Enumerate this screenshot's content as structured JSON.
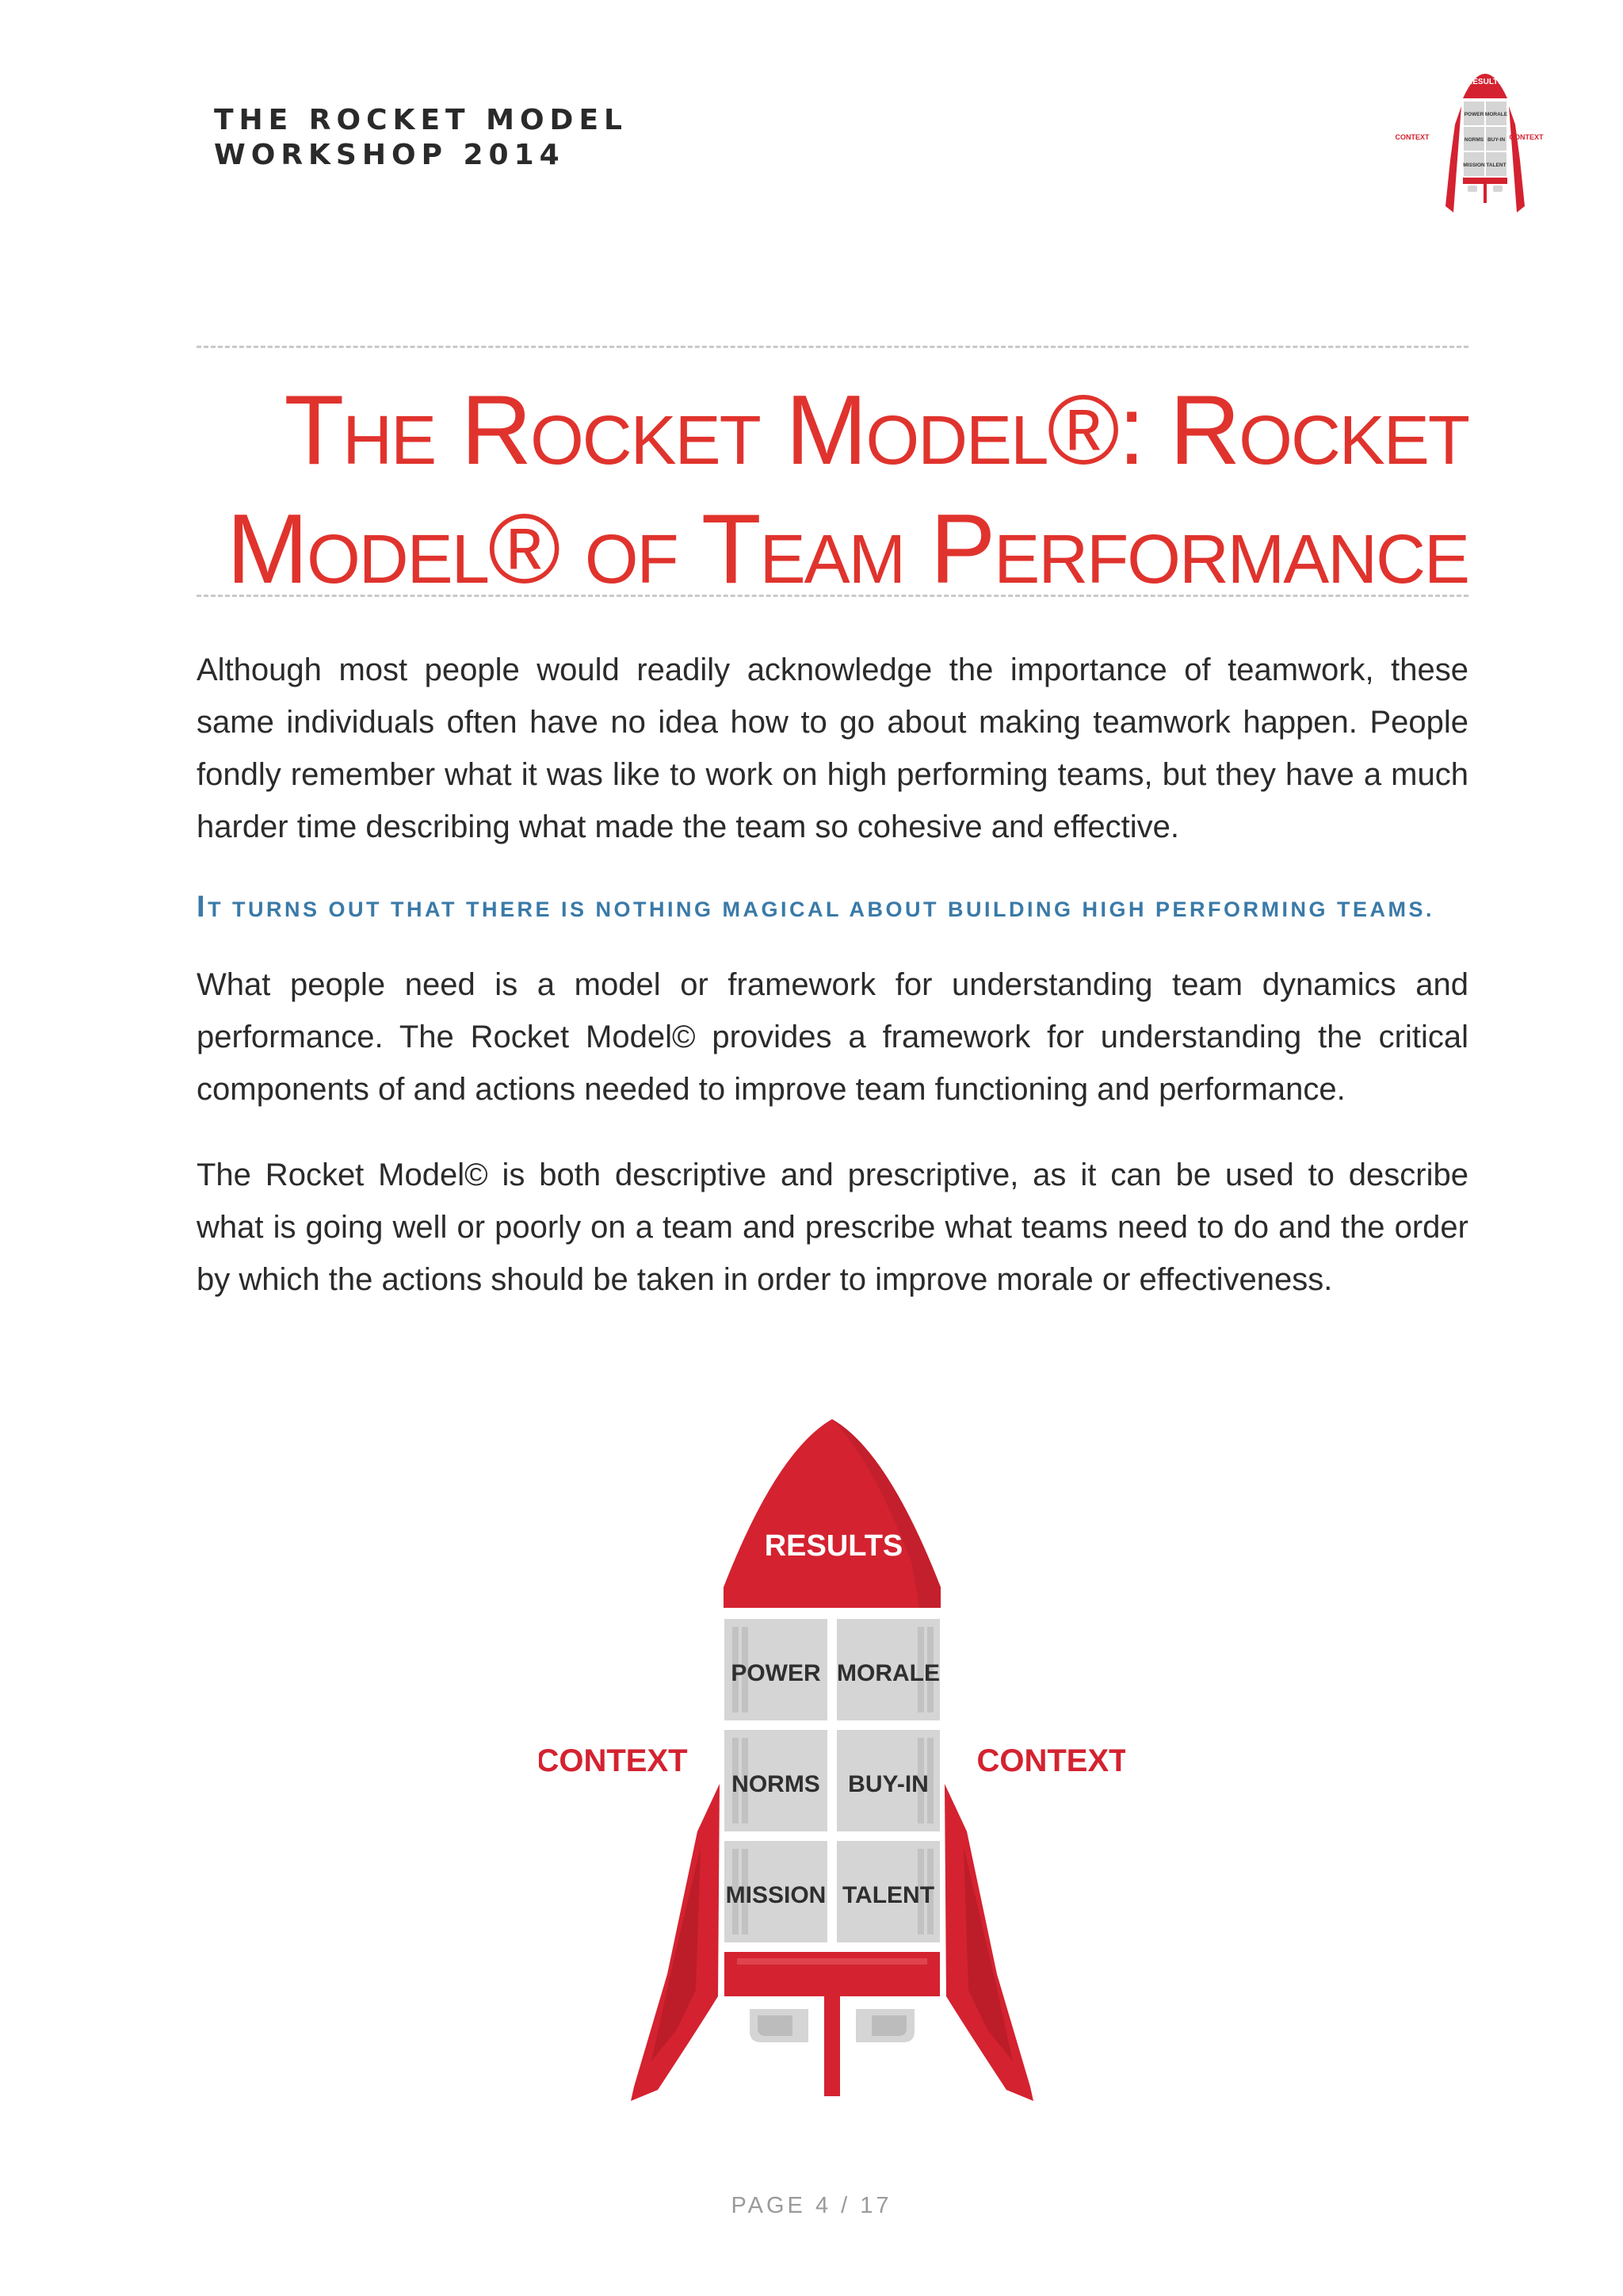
{
  "header": {
    "brand_line1": "THE ROCKET MODEL",
    "brand_line2": "WORKSHOP 2014"
  },
  "title": {
    "line1": "The Rocket Model®: Rocket",
    "line2": "Model® of Team Performance"
  },
  "body": {
    "paragraph1": "Although most people would readily acknowledge the importance of teamwork, these same individuals often have no idea how to go about making teamwork happen. People fondly remember what it was like to work on high performing teams, but they have a much harder time describing what made the team so cohesive and effective.",
    "callout_first": "I",
    "callout_rest": "t turns out that there is nothing magical about building high performing teams.",
    "paragraph2": "What people need is a model or framework for understanding team dynamics and performance. The Rocket Model© provides a framework for understanding the critical components of and actions needed to improve team functioning and performance.",
    "paragraph3": "The Rocket Model© is both descriptive and prescriptive, as it can be used to describe what is going well or poorly on a team and prescribe what teams need to do and the order by which the actions should be taken in order to improve morale or effectiveness."
  },
  "rocket": {
    "results": "RESULTS",
    "power": "POWER",
    "morale": "MORALE",
    "norms": "NORMS",
    "buy_in": "BUY-IN",
    "mission": "MISSION",
    "talent": "TALENT",
    "context_left": "CONTEXT",
    "context_right": "CONTEXT"
  },
  "colors": {
    "accent_red": "#d42230",
    "callout_blue": "#3a7aa8",
    "module_gray": "#d5d5d5"
  },
  "footer": {
    "page_label": "PAGE 4 / 17"
  }
}
